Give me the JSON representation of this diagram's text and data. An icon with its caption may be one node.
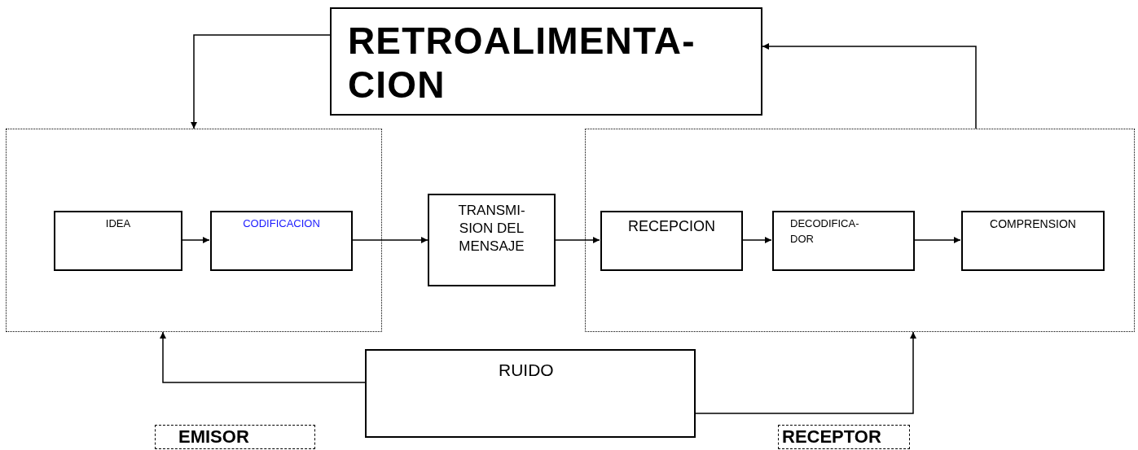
{
  "diagram": {
    "nodes": [
      {
        "text": [
          "RETROALIMENTA- CION"
        ]
      },
      {
        "text": [],
        "shape": "box"
      },
      {
        "text": [
          "IDEA"
        ],
        "in": 1
      },
      {
        "text": [
          "CODIFICACION"
        ],
        "in": 1
      },
      {
        "text": [
          "TRANSMI- SION DEL MENSAJE"
        ]
      },
      {
        "text": [],
        "shape": "box"
      },
      {
        "text": [
          "RECEPCION"
        ],
        "in": 5
      },
      {
        "text": [
          "DECODIFICA- DOR"
        ],
        "in": 5
      },
      {
        "text": [
          "COMPRENSION"
        ],
        "in": 5
      },
      {
        "text": [
          "RUIDO"
        ]
      },
      {
        "text": [
          "EMISOR"
        ]
      },
      {
        "text": [
          "RECEPTOR"
        ]
      }
    ],
    "edges": [
      {
        "from": 0,
        "to": 1,
        "arrow": "to"
      },
      {
        "from": 5,
        "to": 0,
        "arrow": "to"
      },
      {
        "from": 2,
        "to": 3,
        "arrow": "to"
      },
      {
        "from": 3,
        "to": 4,
        "arrow": "to"
      },
      {
        "from": 4,
        "to": 6,
        "arrow": "to"
      },
      {
        "from": 6,
        "to": 7,
        "arrow": "to"
      },
      {
        "from": 7,
        "to": 8,
        "arrow": "to"
      },
      {
        "from": 9,
        "to": 1,
        "arrow": "to"
      },
      {
        "from": 9,
        "to": 5,
        "arrow": "to"
      }
    ]
  }
}
